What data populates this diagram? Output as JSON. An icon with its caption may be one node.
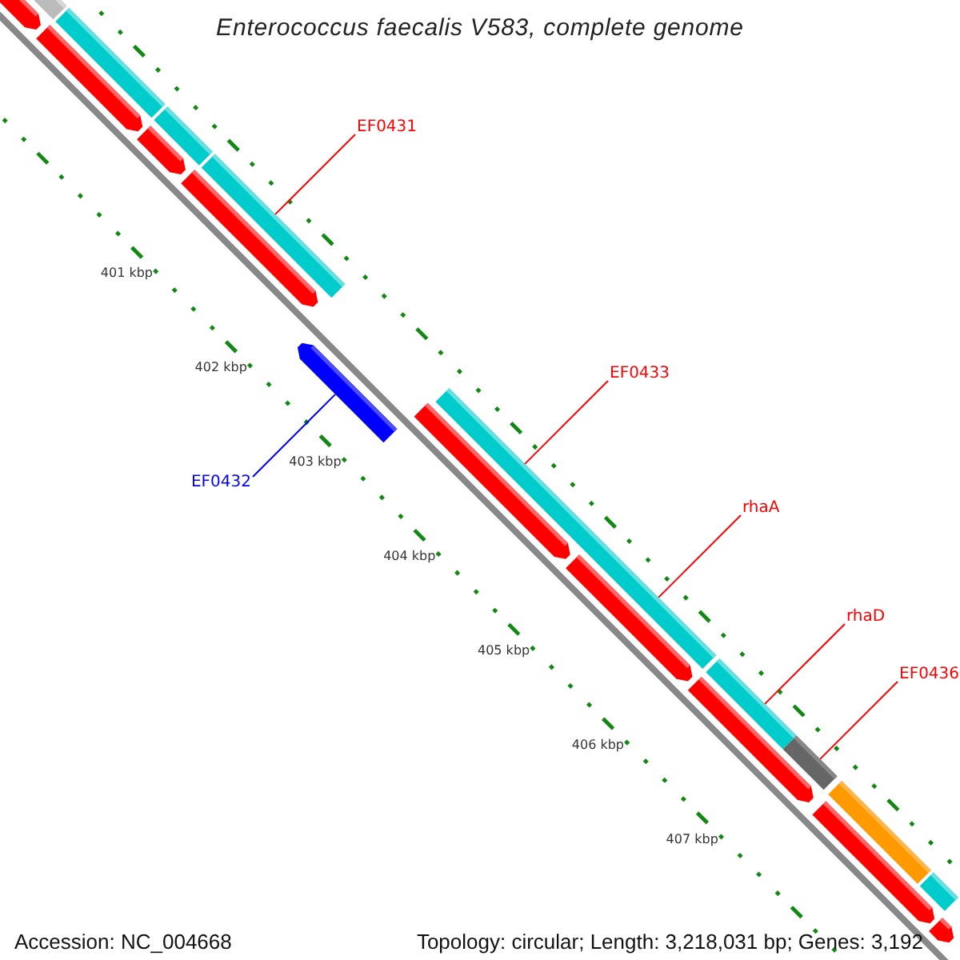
{
  "diagram": {
    "title": "Enterococcus faecalis V583, complete genome",
    "nodes": [
      {
        "text": [
          "EF0431"
        ]
      },
      {
        "text": [
          "EF0433"
        ]
      },
      {
        "text": [
          "EF0432"
        ]
      },
      {
        "text": [
          "rhaA"
        ]
      },
      {
        "text": [
          "rhaD"
        ]
      },
      {
        "text": [
          "EF0436"
        ]
      },
      {
        "text": [],
        "shape": "pentagon"
      },
      {
        "text": [],
        "shape": "box"
      },
      {
        "text": [],
        "shape": "pentagon"
      },
      {
        "text": [],
        "shape": "box"
      },
      {
        "text": [],
        "shape": "box"
      },
      {
        "text": [],
        "shape": "pentagon"
      },
      {
        "text": [],
        "shape": "pentagon"
      },
      {
        "text": [],
        "shape": "box"
      },
      {
        "text": [],
        "shape": "pentagon"
      },
      {
        "text": [],
        "shape": "pentagon"
      },
      {
        "text": [],
        "shape": "box"
      },
      {
        "text": [],
        "shape": "pentagon"
      },
      {
        "text": [],
        "shape": "pentagon"
      },
      {
        "text": [],
        "shape": "box"
      },
      {
        "text": [],
        "shape": "box"
      },
      {
        "text": [],
        "shape": "box"
      },
      {
        "text": [],
        "shape": "pentagon"
      },
      {
        "text": [],
        "shape": "box"
      },
      {
        "text": [],
        "shape": "pentagon"
      }
    ],
    "edges": [
      {
        "from": 0,
        "to": 13,
        "arrow": "none"
      },
      {
        "from": 1,
        "to": 16,
        "arrow": "none"
      },
      {
        "from": 2,
        "to": 14,
        "arrow": "none",
        "color": "#0000ff"
      },
      {
        "from": 3,
        "to": 16,
        "arrow": "none"
      },
      {
        "from": 4,
        "to": 19,
        "arrow": "none"
      },
      {
        "from": 5,
        "to": 20,
        "arrow": "none"
      }
    ],
    "labels": [
      "401 kbp",
      "402 kbp",
      "403 kbp",
      "404 kbp",
      "405 kbp",
      "406 kbp",
      "407 kbp",
      "Accession: NC_004668",
      "Topology: circular; Length: 3,218,031 bp; Genes: 3,192"
    ]
  }
}
